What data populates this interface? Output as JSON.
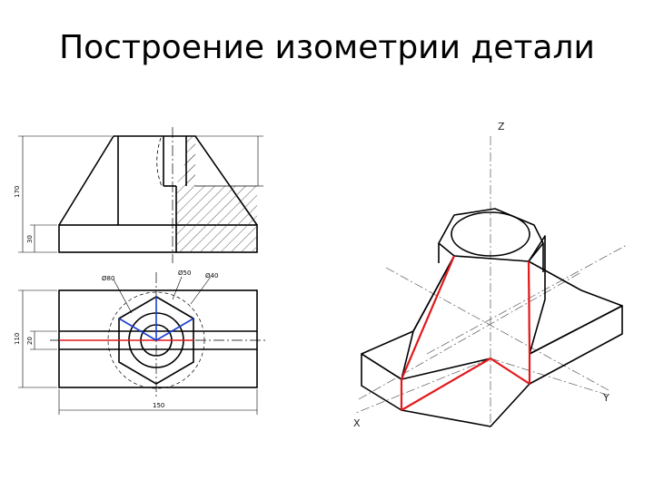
{
  "slide": {
    "title": "Построение изометрии детали"
  },
  "ortho_views": {
    "front_view": {
      "dimensions": {
        "height_total": "170",
        "base_height": "30"
      }
    },
    "top_view": {
      "dimensions": {
        "length": "150",
        "width": "110",
        "slot_width": "20"
      },
      "callouts": {
        "outer_circle": "Ø80",
        "hex": "Ø50",
        "bore": "Ø40"
      }
    }
  },
  "isometric_view": {
    "axes": {
      "x": "X",
      "y": "Y",
      "z": "Z"
    }
  },
  "colors": {
    "line": "#000000",
    "construction_red": "#e3191b",
    "construction_blue": "#1a3fd1",
    "hatch": "#333333"
  },
  "icons": {
    "ortho_drawing": "technical-drawing",
    "iso_drawing": "isometric-part"
  }
}
